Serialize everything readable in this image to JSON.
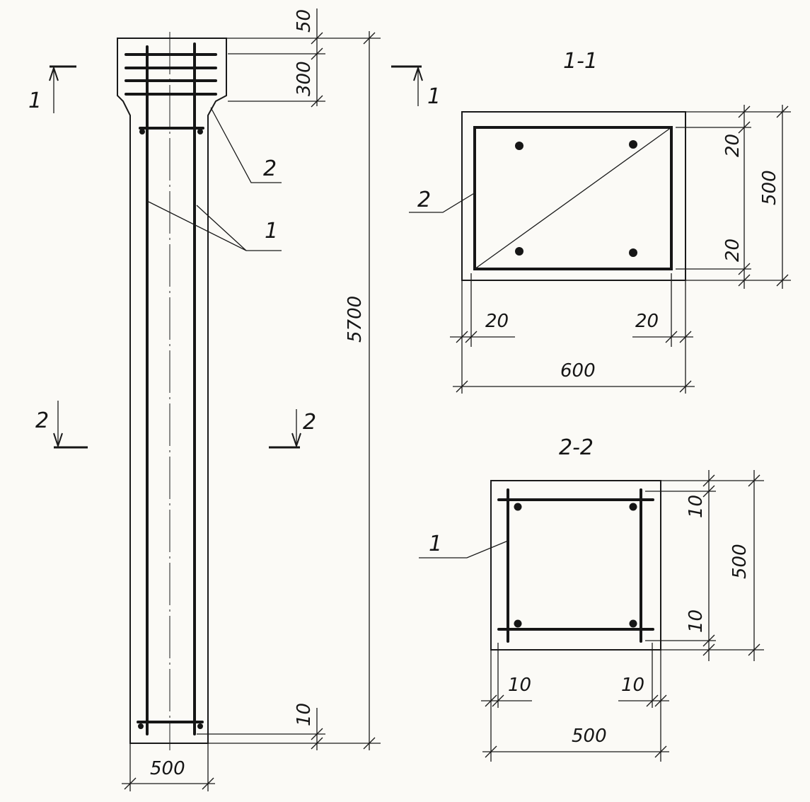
{
  "column_elevation": {
    "dims": {
      "top_cover": "50",
      "head_height": "300",
      "total_height": "5700",
      "bottom_cover": "10",
      "width": "500"
    },
    "marks": {
      "hoop_callout": "2",
      "long_bar_callout": "1"
    }
  },
  "section_marks": {
    "cut1_left": "1",
    "cut1_right": "1",
    "cut2_left": "2",
    "cut2_right": "2"
  },
  "section_1_1": {
    "title": "1-1",
    "callout": "2",
    "dims": {
      "cover_top": "20",
      "height": "500",
      "cover_bottom": "20",
      "cover_left": "20",
      "cover_right": "20",
      "width": "600"
    }
  },
  "section_2_2": {
    "title": "2-2",
    "callout": "1",
    "dims": {
      "cover_top": "10",
      "height": "500",
      "cover_bottom": "10",
      "cover_left": "10",
      "cover_right": "10",
      "width": "500"
    }
  }
}
